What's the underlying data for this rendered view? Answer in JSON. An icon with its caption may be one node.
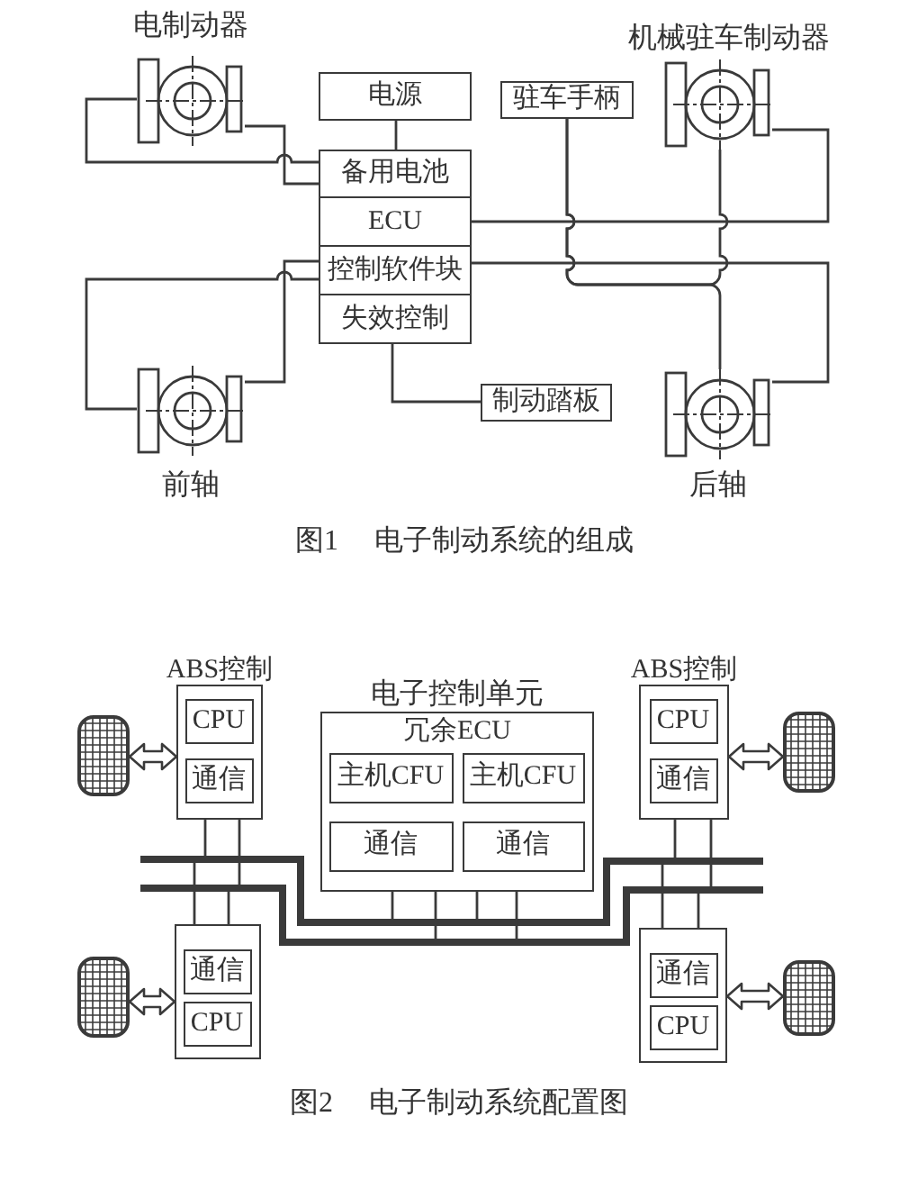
{
  "diagram": {
    "nodes": [
      {
        "text": [],
        "shape": "picture",
        "beside": [
          "电制动器"
        ]
      },
      {
        "text": [
          "电源"
        ]
      },
      {
        "text": [
          "驻车手柄"
        ]
      },
      {
        "text": [],
        "shape": "picture",
        "beside": [
          "机械驻车制动器"
        ]
      },
      {
        "text": [
          "备用电池"
        ]
      },
      {
        "text": [
          "ECU"
        ]
      },
      {
        "text": [
          "控制软件块"
        ]
      },
      {
        "text": [
          "失效控制"
        ]
      },
      {
        "text": [],
        "shape": "picture",
        "beside": [
          "前轴"
        ]
      },
      {
        "text": [
          "制动踏板"
        ]
      },
      {
        "text": [],
        "shape": "picture",
        "beside": [
          "后轴"
        ]
      },
      {
        "text": [],
        "shape": "box"
      },
      {
        "text": [
          "ABS控制"
        ]
      },
      {
        "text": [
          "CPU"
        ],
        "in": 12
      },
      {
        "text": [
          "通信"
        ],
        "in": 12
      },
      {
        "text": [
          "电子控制单元",
          "冗余ECU"
        ]
      },
      {
        "text": [
          "主机CFU"
        ],
        "in": 15
      },
      {
        "text": [
          "主机CFU"
        ],
        "in": 15
      },
      {
        "text": [
          "通信"
        ],
        "in": 15
      },
      {
        "text": [
          "通信"
        ],
        "in": 15
      },
      {
        "text": [
          "ABS控制"
        ]
      },
      {
        "text": [
          "CPU"
        ],
        "in": 20
      },
      {
        "text": [
          "通信"
        ],
        "in": 20
      },
      {
        "text": [],
        "shape": "box"
      },
      {
        "text": [],
        "shape": "bar"
      },
      {
        "text": [],
        "shape": "box"
      },
      {
        "text": [],
        "shape": "box"
      },
      {
        "text": [
          "通信"
        ],
        "in": 26
      },
      {
        "text": [
          "CPU"
        ],
        "in": 26
      },
      {
        "text": [],
        "shape": "box"
      },
      {
        "text": [
          "通信"
        ],
        "in": 29
      },
      {
        "text": [
          "CPU"
        ],
        "in": 29
      },
      {
        "text": [],
        "shape": "box"
      }
    ],
    "edges": [
      {
        "from": 0,
        "to": 4,
        "arrow": "none"
      },
      {
        "from": 0,
        "to": 4,
        "arrow": "none"
      },
      {
        "from": 1,
        "to": 4,
        "arrow": "none"
      },
      {
        "from": 5,
        "to": 3,
        "arrow": "none"
      },
      {
        "from": 2,
        "to": 3,
        "arrow": "none"
      },
      {
        "from": 2,
        "to": 10,
        "arrow": "none"
      },
      {
        "from": 6,
        "to": 10,
        "arrow": "none"
      },
      {
        "from": 8,
        "to": 6,
        "arrow": "none"
      },
      {
        "from": 8,
        "to": 6,
        "arrow": "none"
      },
      {
        "from": 7,
        "to": 9,
        "arrow": "none"
      },
      {
        "from": 11,
        "to": 12,
        "arrow": "both",
        "style": "thick"
      },
      {
        "from": 23,
        "to": 20,
        "arrow": "both",
        "style": "thick"
      },
      {
        "from": 25,
        "to": 26,
        "arrow": "both",
        "style": "thick"
      },
      {
        "from": 32,
        "to": 29,
        "arrow": "both",
        "style": "thick"
      },
      {
        "from": 12,
        "to": 24,
        "arrow": "none"
      },
      {
        "from": 12,
        "to": 24,
        "arrow": "none"
      },
      {
        "from": 15,
        "to": 24,
        "arrow": "none"
      },
      {
        "from": 15,
        "to": 24,
        "arrow": "none"
      },
      {
        "from": 15,
        "to": 24,
        "arrow": "none"
      },
      {
        "from": 15,
        "to": 24,
        "arrow": "none"
      },
      {
        "from": 20,
        "to": 24,
        "arrow": "none"
      },
      {
        "from": 20,
        "to": 24,
        "arrow": "none"
      },
      {
        "from": 26,
        "to": 24,
        "arrow": "none"
      },
      {
        "from": 26,
        "to": 24,
        "arrow": "none"
      },
      {
        "from": 29,
        "to": 24,
        "arrow": "none"
      },
      {
        "from": 29,
        "to": 24,
        "arrow": "none"
      }
    ],
    "labels": [
      "图1 电子制动系统的组成",
      "图2 电子制动系统配置图"
    ]
  }
}
